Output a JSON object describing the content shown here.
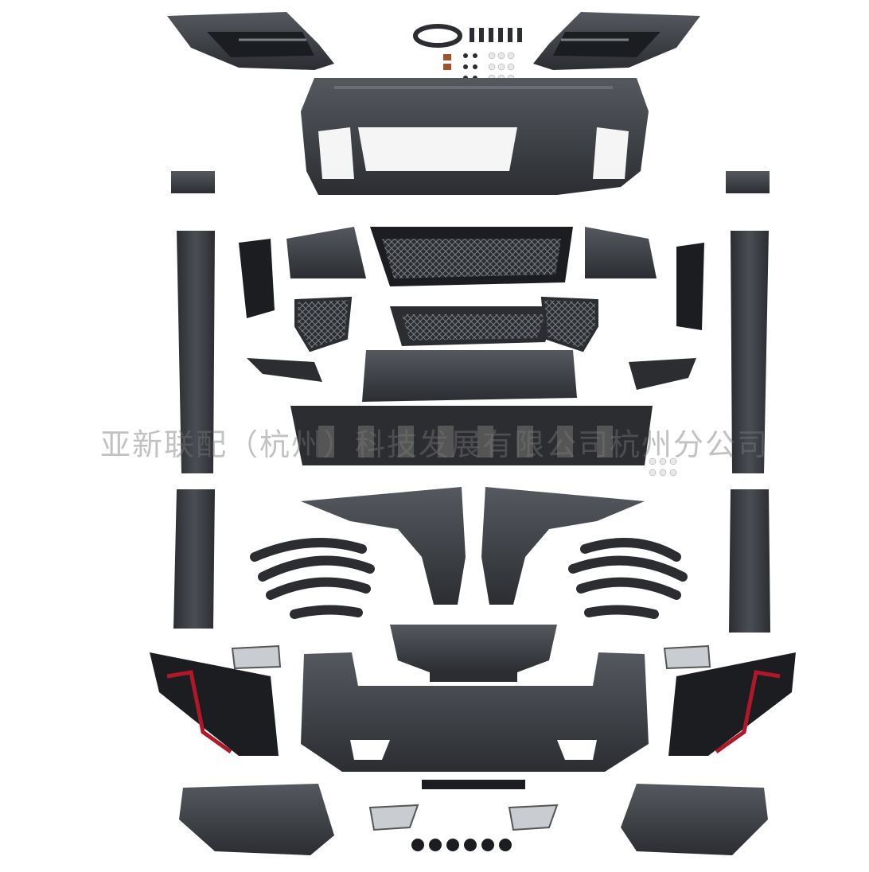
{
  "watermark": {
    "text": "亚新联配（杭州）科技发展有限公司杭州分公司",
    "color": "#8a8a8a"
  },
  "colors": {
    "background": "#ffffff",
    "part_dark": "#2b2d31",
    "part_mid": "#3c3f44",
    "part_light": "#55595f",
    "highlight": "#7a7f86",
    "taillight_red": "#b0182a",
    "chrome": "#c9ccd0",
    "clip_white": "#e8e8e8"
  },
  "parts": [
    {
      "name": "headlight-left"
    },
    {
      "name": "headlight-right"
    },
    {
      "name": "front-bumper"
    },
    {
      "name": "front-grille"
    },
    {
      "name": "lower-grille"
    },
    {
      "name": "skid-plate"
    },
    {
      "name": "bumper-reinforcement"
    },
    {
      "name": "side-skirt-upper-left"
    },
    {
      "name": "side-skirt-upper-right"
    },
    {
      "name": "side-skirt-lower-left"
    },
    {
      "name": "side-skirt-lower-right"
    },
    {
      "name": "fender-left"
    },
    {
      "name": "fender-right"
    },
    {
      "name": "wheel-arch-flares"
    },
    {
      "name": "rear-diffuser"
    },
    {
      "name": "rear-bumper"
    },
    {
      "name": "taillight-left"
    },
    {
      "name": "taillight-right"
    },
    {
      "name": "exhaust-tips"
    },
    {
      "name": "inner-fender-liner-left"
    },
    {
      "name": "inner-fender-liner-right"
    },
    {
      "name": "fog-light-grilles"
    },
    {
      "name": "side-vents"
    },
    {
      "name": "mounting-hardware"
    }
  ]
}
